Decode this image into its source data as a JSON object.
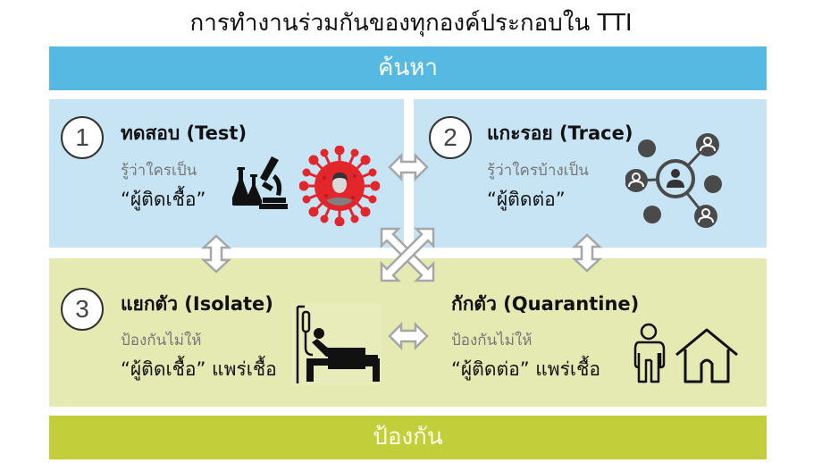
{
  "title": "การทำงานร่วมกันของทุกองค์ประกอบใน TTI",
  "top_bar": {
    "label": "ค้นหา",
    "color": "#55b9e1"
  },
  "bottom_bar": {
    "label": "ป้องกัน",
    "color": "#c2cf3b"
  },
  "steps": [
    {
      "number": "1",
      "heading": "ทดสอบ (Test)",
      "subtitle": "รู้ว่าใครเป็น",
      "quote": "“ผู้ติดเชื้อ”",
      "icons": [
        "lab-flasks-microscope-icon",
        "virus-person-icon"
      ]
    },
    {
      "number": "2",
      "heading": "แกะรอย (Trace)",
      "subtitle": "รู้ว่าใครบ้างเป็น",
      "quote": "“ผู้ติดต่อ”",
      "icons": [
        "contact-network-icon"
      ]
    },
    {
      "number": "3",
      "heading": "แยกตัว (Isolate)",
      "subtitle": "ป้องกันไม่ให้",
      "quote": "“ผู้ติดเชื้อ” แพร่เชื้อ",
      "icons": [
        "hospital-bed-patient-icon"
      ]
    },
    {
      "number": "",
      "heading": "กักตัว (Quarantine)",
      "subtitle": "ป้องกันไม่ให้",
      "quote": "“ผู้ติดต่อ” แพร่เชื้อ",
      "icons": [
        "person-outline-icon",
        "house-outline-icon"
      ]
    }
  ],
  "colors": {
    "panel_blue": "#c6e4f4",
    "panel_green": "#e4eab1",
    "virus_red": "#e3262b",
    "arrow_gray": "#a6a6a6"
  }
}
